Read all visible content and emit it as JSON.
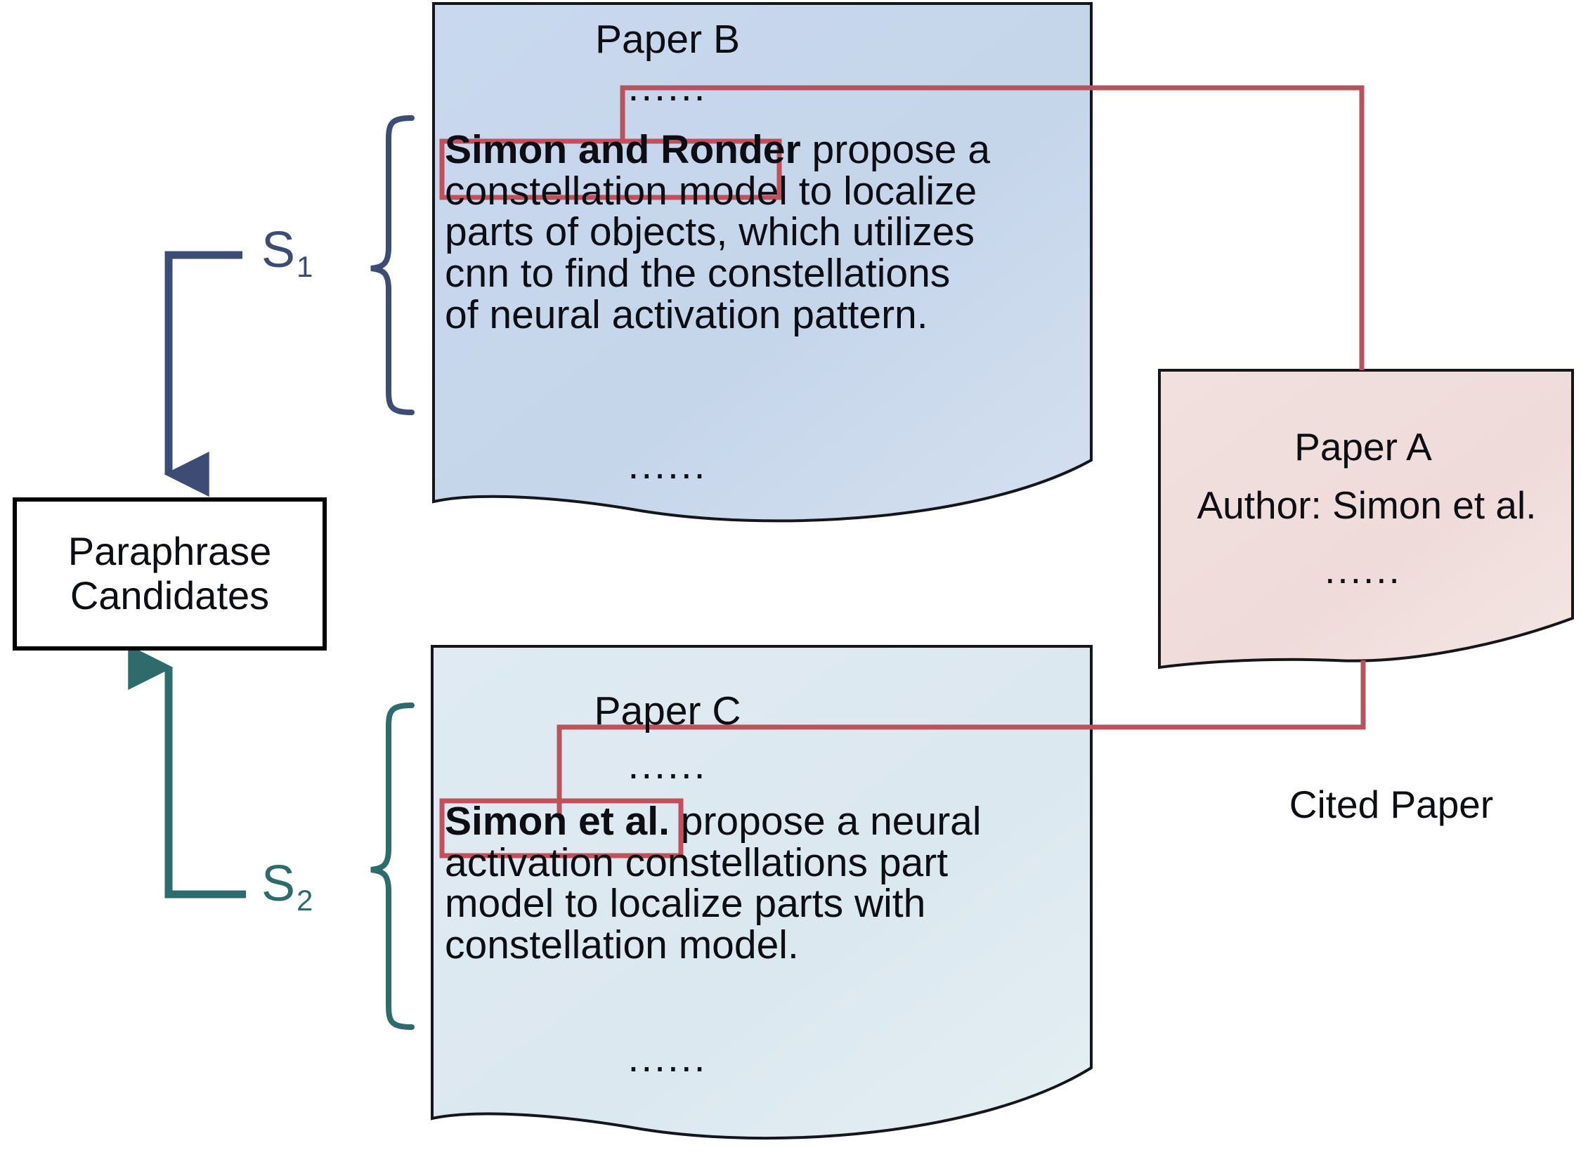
{
  "diagram": {
    "title": "Paraphrase candidate extraction from citation sentences",
    "colors": {
      "paper_b_fill": "#c7d7ec",
      "paper_c_fill": "#dee9f1",
      "paper_a_fill": "#f0dedc",
      "paper_outline": "#1a1a1a",
      "citation_highlight": "#b8525c",
      "s1_accent": "#3c4c74",
      "s2_accent": "#2d6b6d",
      "box_outline": "#000000",
      "text": "#0d0d14",
      "background": "#ffffff"
    }
  },
  "paper_b": {
    "title": "Paper B",
    "dots_top": "......",
    "dots_bottom": "......",
    "citation_marker": "Simon and Ronder",
    "body_rest": " propose a\nconstellation model to localize\nparts of objects, which utilizes\ncnn to find the constellations\nof neural activation pattern."
  },
  "paper_c": {
    "title": "Paper C",
    "dots_top": "......",
    "dots_bottom": "......",
    "citation_marker": "Simon et al.",
    "body_rest": " propose a neural\nactivation constellations part\nmodel to localize parts with\nconstellation model."
  },
  "paper_a": {
    "title": "Paper A",
    "author": "Author: Simon et al.",
    "dots": "......"
  },
  "labels": {
    "cited_paper": "Cited Paper",
    "s1": "S",
    "s1_sub": "1",
    "s2": "S",
    "s2_sub": "2"
  },
  "paraphrase_box": {
    "line1": "Paraphrase",
    "line2": "Candidates"
  }
}
